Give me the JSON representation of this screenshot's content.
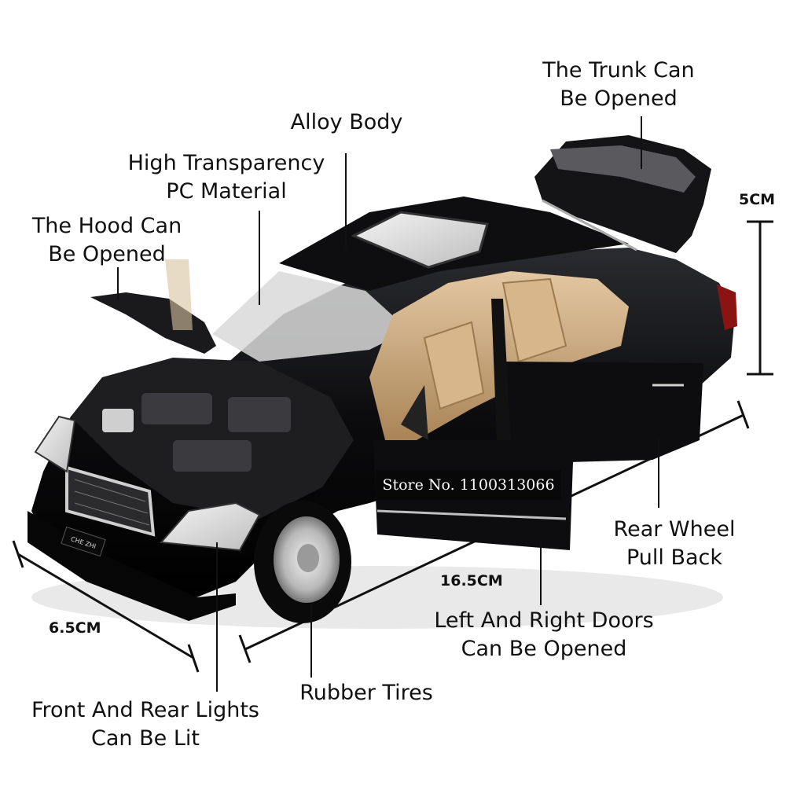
{
  "labels": {
    "trunk": [
      "The Trunk Can",
      "Be Opened"
    ],
    "alloy": "Alloy Body",
    "pc": [
      "High Transparency",
      "PC Material"
    ],
    "hood": [
      "The Hood Can",
      "Be Opened"
    ],
    "rear_wheel": [
      "Rear Wheel",
      "Pull Back"
    ],
    "doors": [
      "Left And Right Doors",
      "Can Be Opened"
    ],
    "tires": "Rubber Tires",
    "lights": [
      "Front And Rear Lights",
      "Can Be Lit"
    ]
  },
  "dimensions": {
    "height": "5CM",
    "length": "16.5CM",
    "width": "6.5CM"
  },
  "watermark": "Store No. 1100313066",
  "plate_text": "CHE ZHI",
  "colors": {
    "body": "#0b0b0d",
    "interior": "#c8a57e",
    "background": "#ffffff"
  }
}
